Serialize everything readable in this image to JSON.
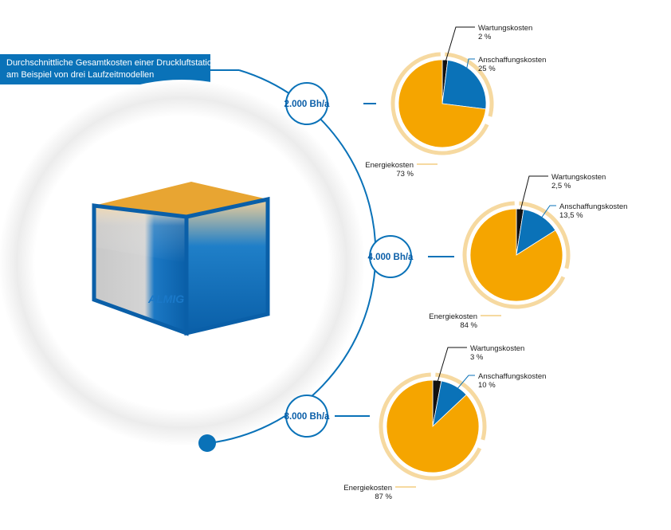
{
  "title": {
    "line1": "Durchschnittliche Gesamtkosten einer Druckluftstation",
    "line2": "am Beispiel von drei Laufzeitmodellen"
  },
  "brand": "ALMIG",
  "colors": {
    "blue": "#0a72b8",
    "orange": "#f5a500",
    "black": "#111111",
    "ring": "#f6d9a0"
  },
  "chart_data": [
    {
      "type": "pie",
      "label": "2.000 Bh/a",
      "slices": [
        {
          "name": "Wartungskosten",
          "value": 2,
          "display": "2 %",
          "color": "#111111"
        },
        {
          "name": "Anschaffungskosten",
          "value": 25,
          "display": "25 %",
          "color": "#0a72b8"
        },
        {
          "name": "Energiekosten",
          "value": 73,
          "display": "73 %",
          "color": "#f5a500"
        }
      ]
    },
    {
      "type": "pie",
      "label": "4.000 Bh/a",
      "slices": [
        {
          "name": "Wartungskosten",
          "value": 2.5,
          "display": "2,5 %",
          "color": "#111111"
        },
        {
          "name": "Anschaffungskosten",
          "value": 13.5,
          "display": "13,5 %",
          "color": "#0a72b8"
        },
        {
          "name": "Energiekosten",
          "value": 84,
          "display": "84 %",
          "color": "#f5a500"
        }
      ]
    },
    {
      "type": "pie",
      "label": "8.000 Bh/a",
      "slices": [
        {
          "name": "Wartungskosten",
          "value": 3,
          "display": "3 %",
          "color": "#111111"
        },
        {
          "name": "Anschaffungskosten",
          "value": 10,
          "display": "10 %",
          "color": "#0a72b8"
        },
        {
          "name": "Energiekosten",
          "value": 87,
          "display": "87 %",
          "color": "#f5a500"
        }
      ]
    }
  ]
}
